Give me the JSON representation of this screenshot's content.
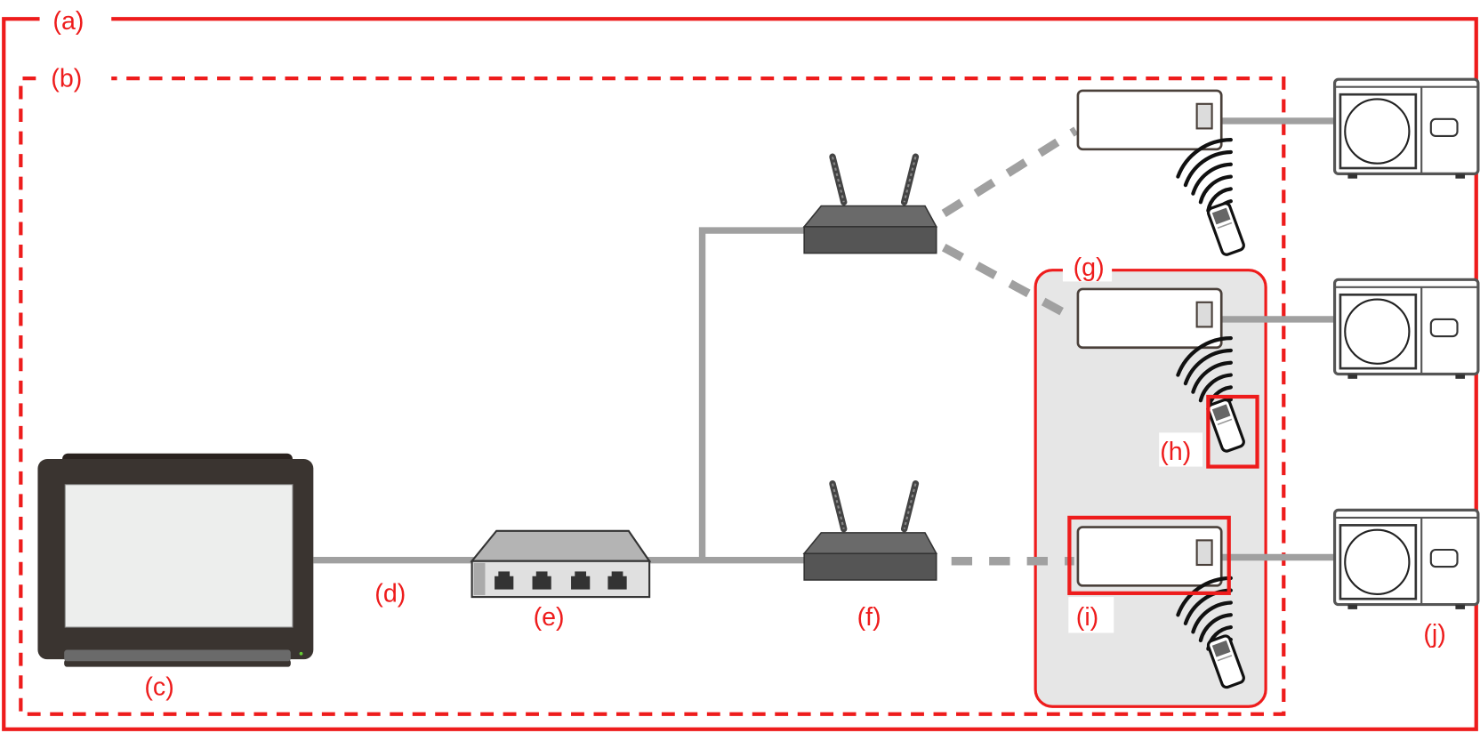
{
  "diagram": {
    "title": "Air conditioner network configuration",
    "labels": {
      "a": "(a)",
      "b": "(b)",
      "c": "(c)",
      "d": "(d)",
      "e": "(e)",
      "f": "(f)",
      "g": "(g)",
      "h": "(h)",
      "i": "(i)",
      "j": "(j)"
    },
    "components": [
      {
        "id": "a",
        "label": "(a)",
        "kind": "outer-system-boundary",
        "style": "solid red frame"
      },
      {
        "id": "b",
        "label": "(b)",
        "kind": "network-boundary",
        "style": "dashed red frame"
      },
      {
        "id": "c",
        "label": "(c)",
        "kind": "touch-panel-controller"
      },
      {
        "id": "d",
        "label": "(d)",
        "kind": "lan-cable"
      },
      {
        "id": "e",
        "label": "(e)",
        "kind": "network-switch-hub",
        "ports": 4
      },
      {
        "id": "f",
        "label": "(f)",
        "kind": "wireless-access-point",
        "count": 2
      },
      {
        "id": "g",
        "label": "(g)",
        "kind": "highlighted-indoor-unit-group"
      },
      {
        "id": "h",
        "label": "(h)",
        "kind": "remote-controller"
      },
      {
        "id": "i",
        "label": "(i)",
        "kind": "indoor-unit-wifi-adapter"
      },
      {
        "id": "j",
        "label": "(j)",
        "kind": "outdoor-unit",
        "count": 3
      }
    ],
    "colors": {
      "accent": "#ee1c1c",
      "cable": "#a0a0a0",
      "device_dark": "#3a3430",
      "router": "#555555",
      "group_fill": "#e6e6e6"
    }
  }
}
